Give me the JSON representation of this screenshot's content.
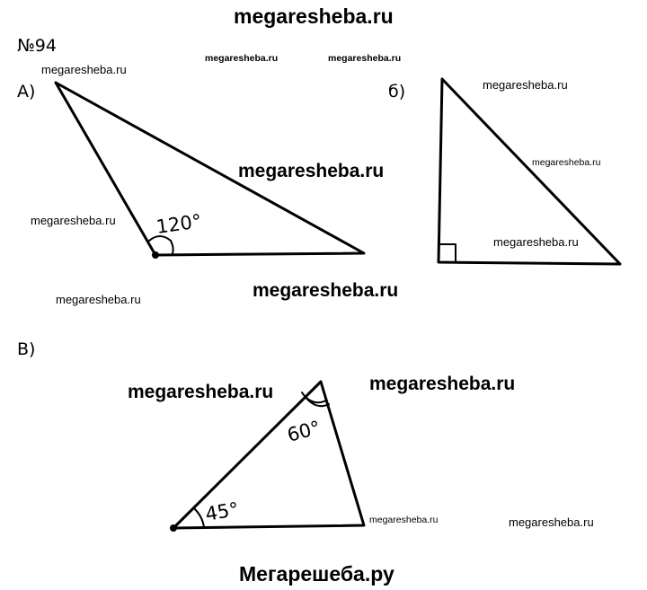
{
  "header": {
    "site": "megaresheba.ru"
  },
  "problem_number": "№94",
  "parts": {
    "a": {
      "label": "А)",
      "angle": "120°"
    },
    "b": {
      "label": "б)"
    },
    "c": {
      "label": "В)",
      "angle1": "45°",
      "angle2": "60°"
    }
  },
  "watermarks": {
    "text": "megaresheba.ru"
  },
  "footer": {
    "site": "Мегарешеба.ру"
  }
}
